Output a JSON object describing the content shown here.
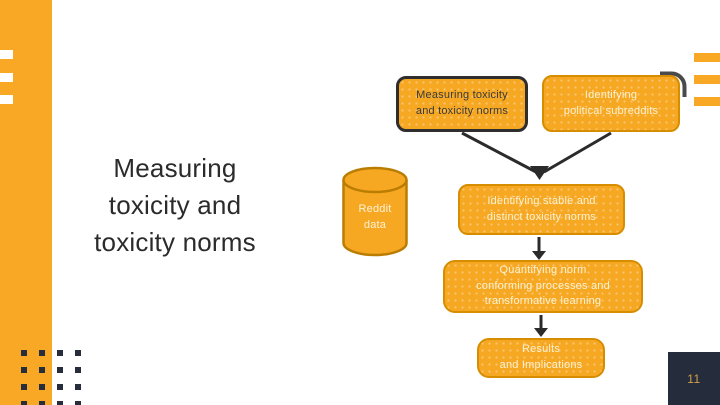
{
  "slide": {
    "title": {
      "line1": "Measuring",
      "line2": "toxicity and",
      "line3": "toxicity norms"
    },
    "page_number": "11"
  },
  "diagram": {
    "box_measuring": {
      "line1": "Measuring toxicity",
      "line2": "and toxicity norms"
    },
    "box_identifying_subreddits": {
      "line1": "Identifying",
      "line2": "political subreddits"
    },
    "cylinder_reddit_data": {
      "line1": "Reddit",
      "line2": "data"
    },
    "box_identifying_norms": {
      "line1": "Identifying stable and",
      "line2": "distinct toxicity norms"
    },
    "box_quantifying": {
      "line1": "Quantifying norm",
      "line2": "conforming processes and",
      "line3": "transformative learning"
    },
    "box_results": {
      "line1": "Results",
      "line2": "and Implications"
    }
  },
  "colors": {
    "accent_orange": "#F9A826",
    "box_fill_orange": "#F7A823",
    "box_border_orange": "#D68E00",
    "dark_border": "#2E2E2E",
    "cream_text": "#FBF2D4",
    "dark_navy": "#252C3B",
    "page_number_gold": "#D2A04B",
    "arrow_dark": "#2B2B2B"
  }
}
